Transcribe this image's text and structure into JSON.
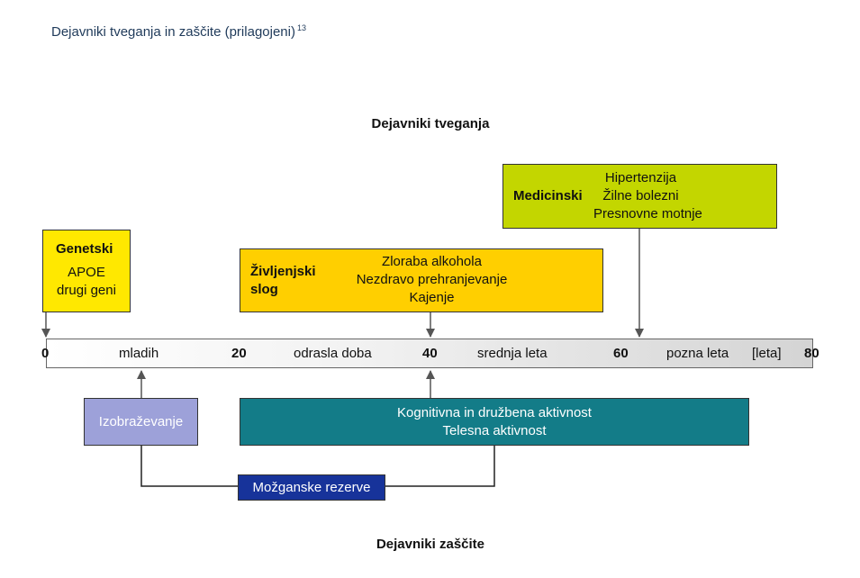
{
  "header": {
    "title": "Dejavniki tveganja in zaščite (prilagojeni)",
    "reference": "13"
  },
  "risk_heading": "Dejavniki tveganja",
  "protective_heading": "Dejavniki zaščite",
  "genetic": {
    "label": "Genetski",
    "items": [
      "APOE",
      "drugi geni"
    ]
  },
  "lifestyle": {
    "label_line1": "Življenjski",
    "label_line2": "slog",
    "items": [
      "Zloraba alkohola",
      "Nezdravo prehranjevanje",
      "Kajenje"
    ]
  },
  "medical": {
    "label": "Medicinski",
    "items": [
      "Hipertenzija",
      "Žilne bolezni",
      "Presnovne motnje"
    ]
  },
  "timeline": {
    "ticks": [
      "0",
      "20",
      "40",
      "60",
      "80"
    ],
    "stages": [
      "mladih",
      "odrasla doba",
      "srednja leta",
      "pozna leta"
    ],
    "unit": "[leta]"
  },
  "education": {
    "label": "Izobraževanje"
  },
  "activity": {
    "items": [
      "Kognitivna in družbena aktivnost",
      "Telesna aktivnost"
    ]
  },
  "reserve": {
    "label": "Možganske rezerve"
  },
  "colors": {
    "genetic": "#ffe800",
    "lifestyle": "#ffcf00",
    "medical": "#c3d600",
    "education": "#9da1d9",
    "activity": "#137c88",
    "reserve": "#17339a"
  }
}
